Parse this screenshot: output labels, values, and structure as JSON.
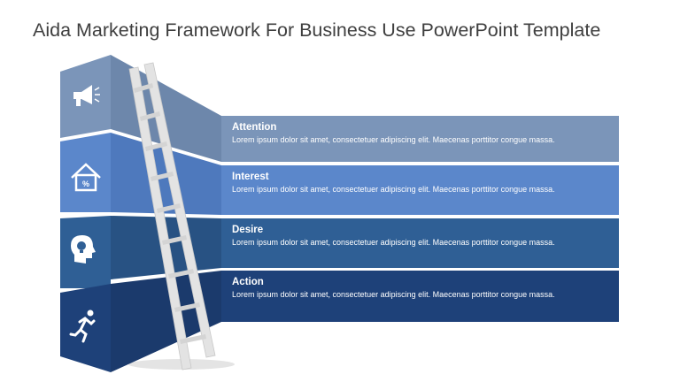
{
  "title": "Aida Marketing Framework For Business Use PowerPoint Template",
  "colors": {
    "attention": "#7b95b9",
    "interest": "#5b87cb",
    "desire": "#2f5f95",
    "action": "#1e4179"
  },
  "steps": [
    {
      "title": "Attention",
      "text": "Lorem ipsum dolor sit amet, consectetuer adipiscing elit. Maecenas porttitor congue massa.",
      "icon": "megaphone-icon"
    },
    {
      "title": "Interest",
      "text": "Lorem ipsum dolor sit amet, consectetuer adipiscing elit. Maecenas porttitor congue massa.",
      "icon": "house-percent-icon"
    },
    {
      "title": "Desire",
      "text": "Lorem ipsum dolor sit amet, consectetuer adipiscing elit. Maecenas porttitor congue massa.",
      "icon": "head-lightbulb-icon"
    },
    {
      "title": "Action",
      "text": "Lorem ipsum dolor sit amet, consectetuer adipiscing elit. Maecenas porttitor congue massa.",
      "icon": "running-person-icon"
    }
  ]
}
